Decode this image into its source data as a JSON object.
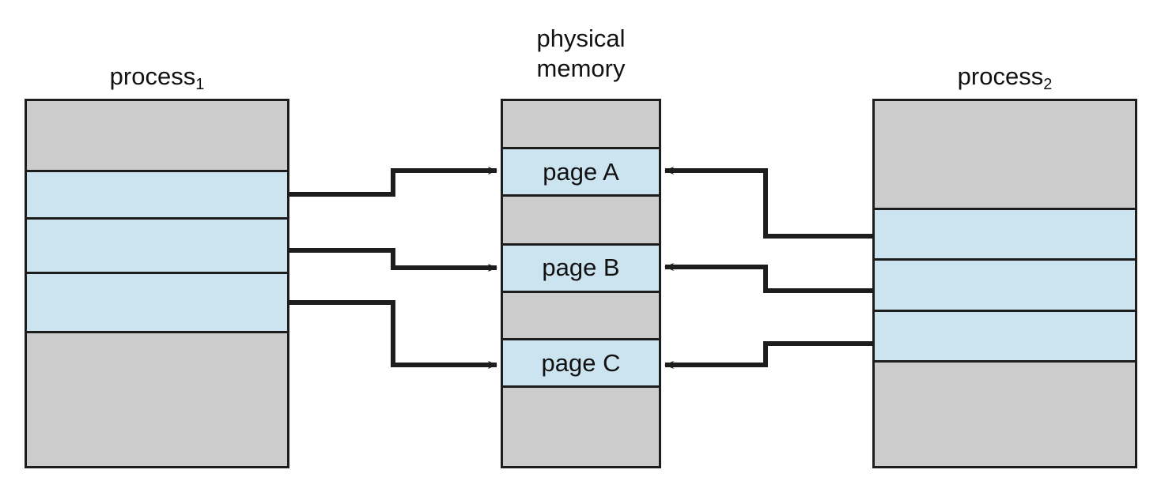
{
  "diagram": {
    "title_left": "process",
    "title_left_sub": "1",
    "title_middle_line1": "physical",
    "title_middle_line2": "memory",
    "title_right": "process",
    "title_right_sub": "2",
    "colors": {
      "gray": "#cccccc",
      "blue": "#cbe4f0",
      "stroke": "#1d1d1d",
      "background": "#ffffff"
    }
  },
  "process1": {
    "segments": [
      {
        "label": "",
        "fill": "gray"
      },
      {
        "label": "",
        "fill": "blue"
      },
      {
        "label": "",
        "fill": "blue"
      },
      {
        "label": "",
        "fill": "blue"
      },
      {
        "label": "",
        "fill": "gray"
      }
    ]
  },
  "physical_memory": {
    "segments": [
      {
        "label": "",
        "fill": "gray"
      },
      {
        "label": "page A",
        "fill": "blue"
      },
      {
        "label": "",
        "fill": "gray"
      },
      {
        "label": "page B",
        "fill": "blue"
      },
      {
        "label": "",
        "fill": "gray"
      },
      {
        "label": "page C",
        "fill": "blue"
      },
      {
        "label": "",
        "fill": "gray"
      }
    ]
  },
  "process2": {
    "segments": [
      {
        "label": "",
        "fill": "gray"
      },
      {
        "label": "",
        "fill": "blue"
      },
      {
        "label": "",
        "fill": "blue"
      },
      {
        "label": "",
        "fill": "blue"
      },
      {
        "label": "",
        "fill": "gray"
      }
    ]
  },
  "mappings": [
    {
      "from": "process1-segment-2",
      "to": "page A",
      "direction": "right"
    },
    {
      "from": "process1-segment-3",
      "to": "page B",
      "direction": "right"
    },
    {
      "from": "process1-segment-4",
      "to": "page C",
      "direction": "right"
    },
    {
      "from": "process2-segment-2",
      "to": "page A",
      "direction": "left"
    },
    {
      "from": "process2-segment-3",
      "to": "page B",
      "direction": "left"
    },
    {
      "from": "process2-segment-4",
      "to": "page C",
      "direction": "left"
    }
  ]
}
